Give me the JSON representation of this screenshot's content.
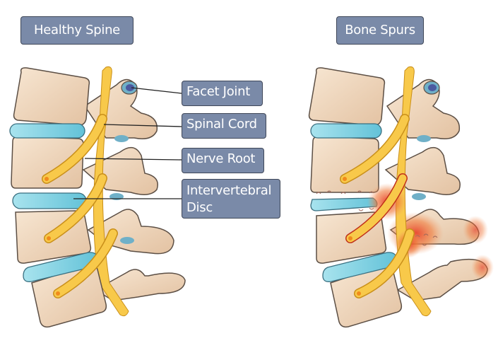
{
  "panels": {
    "healthy": {
      "title": "Healthy Spine"
    },
    "spurs": {
      "title": "Bone Spurs"
    }
  },
  "labels": [
    {
      "id": "facet",
      "text": "Facet Joint"
    },
    {
      "id": "cord",
      "text": "Spinal Cord"
    },
    {
      "id": "nerve",
      "text": "Nerve Root"
    },
    {
      "id": "disc",
      "text": "Intervertebral Disc"
    }
  ],
  "colors": {
    "label_bg": "#7a8aa8",
    "bone": "#f2dcc4",
    "bone_shade": "#e6c6a6",
    "disc": "#8fd6e6",
    "nerve": "#f8c94a",
    "nerve_dot": "#f08a1c",
    "inflammation": "#e8402a",
    "outline": "#5c4f45"
  }
}
